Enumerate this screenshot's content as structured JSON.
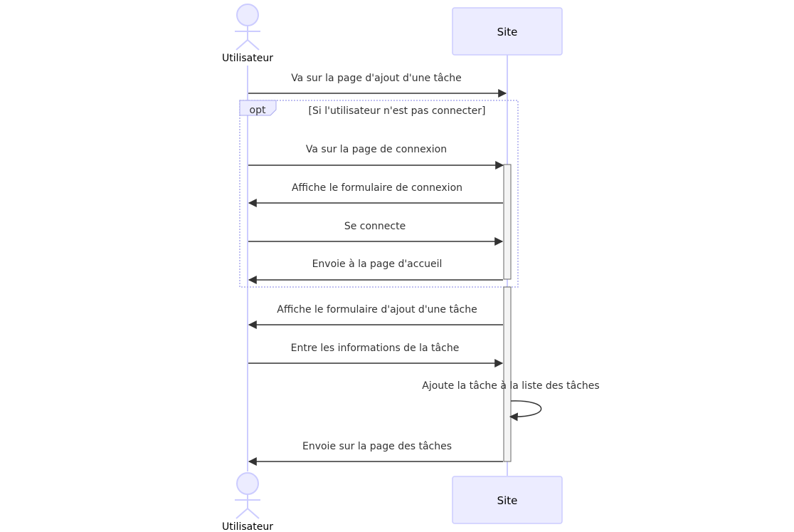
{
  "participants": {
    "actor": {
      "name": "Utilisateur"
    },
    "system": {
      "name": "Site"
    }
  },
  "fragment": {
    "operator": "opt",
    "condition": "[Si l'utilisateur n'est pas connecter]"
  },
  "messages": [
    {
      "text": "Va sur la page d'ajout d'une tâche",
      "from": "Utilisateur",
      "to": "Site"
    },
    {
      "text": "Va sur la page de connexion",
      "from": "Utilisateur",
      "to": "Site"
    },
    {
      "text": "Affiche le formulaire de connexion",
      "from": "Site",
      "to": "Utilisateur"
    },
    {
      "text": "Se connecte",
      "from": "Utilisateur",
      "to": "Site"
    },
    {
      "text": "Envoie à la page d'accueil",
      "from": "Site",
      "to": "Utilisateur"
    },
    {
      "text": "Affiche le formulaire d'ajout d'une tâche",
      "from": "Site",
      "to": "Utilisateur"
    },
    {
      "text": "Entre les informations de la tâche",
      "from": "Utilisateur",
      "to": "Site"
    },
    {
      "text": "Ajoute la tâche à la liste des tâches",
      "from": "Site",
      "to": "Site"
    },
    {
      "text": "Envoie sur la page des tâches",
      "from": "Site",
      "to": "Utilisateur"
    }
  ],
  "colors": {
    "participant_fill": "#ECECFF",
    "participant_border": "#CCCCFF",
    "lifeline": "#CCCCFF",
    "message_line": "#333333",
    "activation_fill": "#F4F4F4",
    "activation_border": "#666666",
    "fragment_border": "#AAAAEE"
  }
}
